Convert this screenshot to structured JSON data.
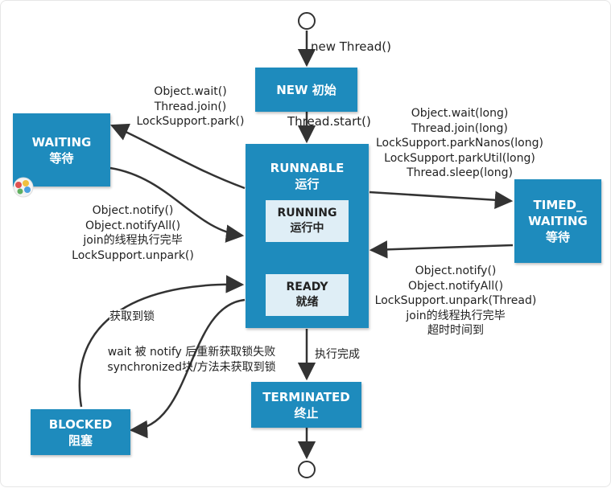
{
  "states": {
    "new": [
      "NEW 初始"
    ],
    "runnable": [
      "RUNNABLE",
      "运行"
    ],
    "running": [
      "RUNNING",
      "运行中"
    ],
    "ready": [
      "READY",
      "就绪"
    ],
    "waiting": [
      "WAITING",
      "等待"
    ],
    "timed_waiting": [
      "TIMED_",
      "WAITING",
      "等待"
    ],
    "blocked": [
      "BLOCKED",
      "阻塞"
    ],
    "terminated": [
      "TERMINATED",
      "终止"
    ]
  },
  "transitions": {
    "new_thread": [
      "new Thread()"
    ],
    "thread_start": [
      "Thread.start()"
    ],
    "to_waiting": [
      "Object.wait()",
      "Thread.join()",
      "LockSupport.park()"
    ],
    "from_waiting": [
      "Object.notify()",
      "Object.notifyAll()",
      "join的线程执行完毕",
      "LockSupport.unpark()"
    ],
    "to_timed_waiting": [
      "Object.wait(long)",
      "Thread.join(long)",
      "LockSupport.parkNanos(long)",
      "LockSupport.parkUtil(long)",
      "Thread.sleep(long)"
    ],
    "from_timed_waiting": [
      "Object.notify()",
      "Object.notifyAll()",
      "LockSupport.unpark(Thread)",
      "join的线程执行完毕",
      "超时时间到"
    ],
    "acquire_lock": [
      "获取到锁"
    ],
    "to_blocked": [
      "wait 被 notify 后重新获取锁失败",
      "synchronized块/方法未获取到锁"
    ],
    "finish": [
      "执行完成"
    ]
  },
  "colors": {
    "state_fill": "#1e8bbd",
    "inner_fill": "#dfeef6",
    "inner_arrow": "#f0f060",
    "line": "#333333"
  }
}
